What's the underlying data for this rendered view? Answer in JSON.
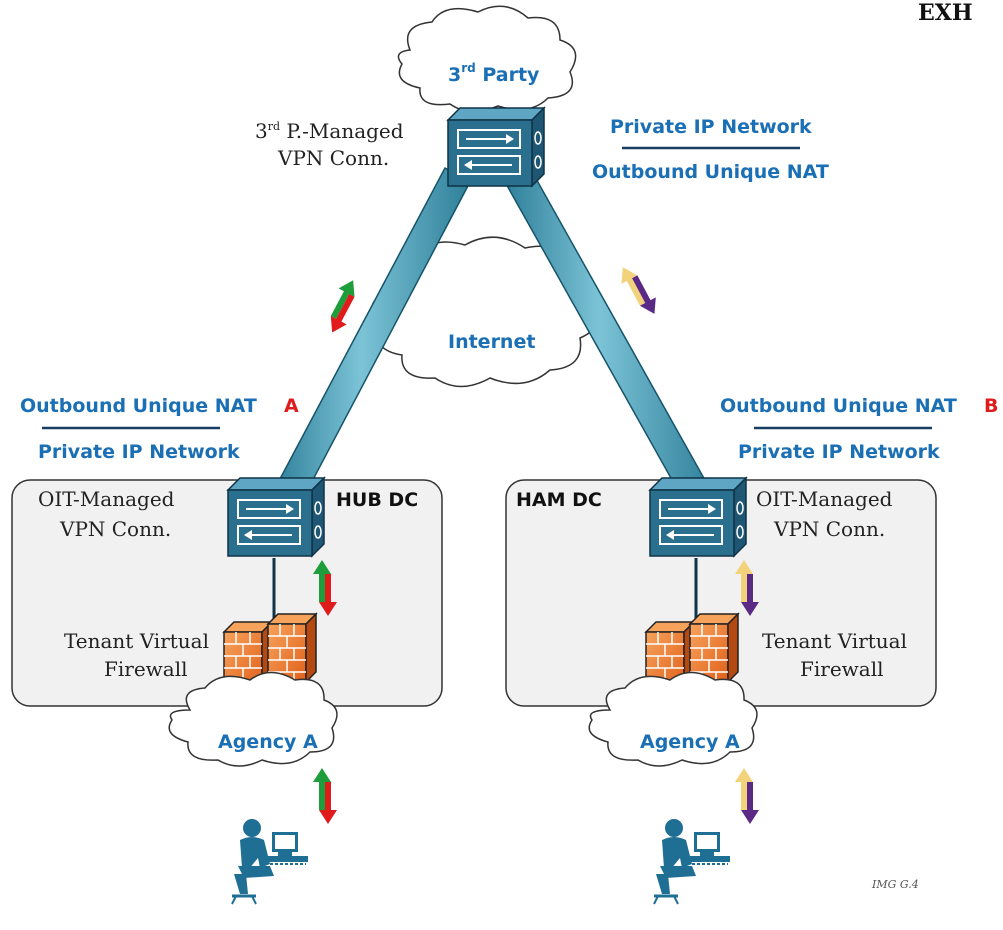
{
  "header_fragment": "EXH",
  "third_party": {
    "label": "3",
    "sup": "rd",
    "label_rest": " Party"
  },
  "third_party_vpn": {
    "line1_num": "3",
    "line1_sup": "rd",
    "line1_rest": " P.-Managed",
    "line2": "VPN Conn."
  },
  "third_party_network": {
    "top": "Private IP Network",
    "bottom": "Outbound Unique NAT"
  },
  "internet": {
    "label": "Internet"
  },
  "left_site": {
    "nat_label": "Outbound Unique NAT",
    "nat_suffix": "A",
    "network_label": "Private IP Network",
    "dc_label": "HUB DC",
    "vpn_line1": "OIT-Managed",
    "vpn_line2": "VPN Conn.",
    "firewall_line1": "Tenant Virtual",
    "firewall_line2": "Firewall",
    "agency_label": "Agency A"
  },
  "right_site": {
    "nat_label": "Outbound Unique NAT",
    "nat_suffix": "B",
    "network_label": "Private IP Network",
    "dc_label": "HAM DC",
    "vpn_line1": "OIT-Managed",
    "vpn_line2": "VPN Conn.",
    "firewall_line1": "Tenant Virtual",
    "firewall_line2": "Firewall",
    "agency_label": "Agency A"
  },
  "image_ref": "IMG G.4",
  "colors": {
    "accent_blue": "#1a6fb5",
    "tube": "#4fa3bd",
    "device": "#2b6f8e",
    "dc_box": "#f1f1f1",
    "flow_green": "#1e9e3a",
    "flow_red": "#e01b1b",
    "flow_yellow": "#f2d27a",
    "flow_purple": "#5b2a86",
    "firewall": "#f07b22"
  },
  "icons": [
    "cloud-icon",
    "vpn-router-icon",
    "firewall-icon",
    "user-workstation-icon",
    "bidirectional-flow-icon"
  ]
}
